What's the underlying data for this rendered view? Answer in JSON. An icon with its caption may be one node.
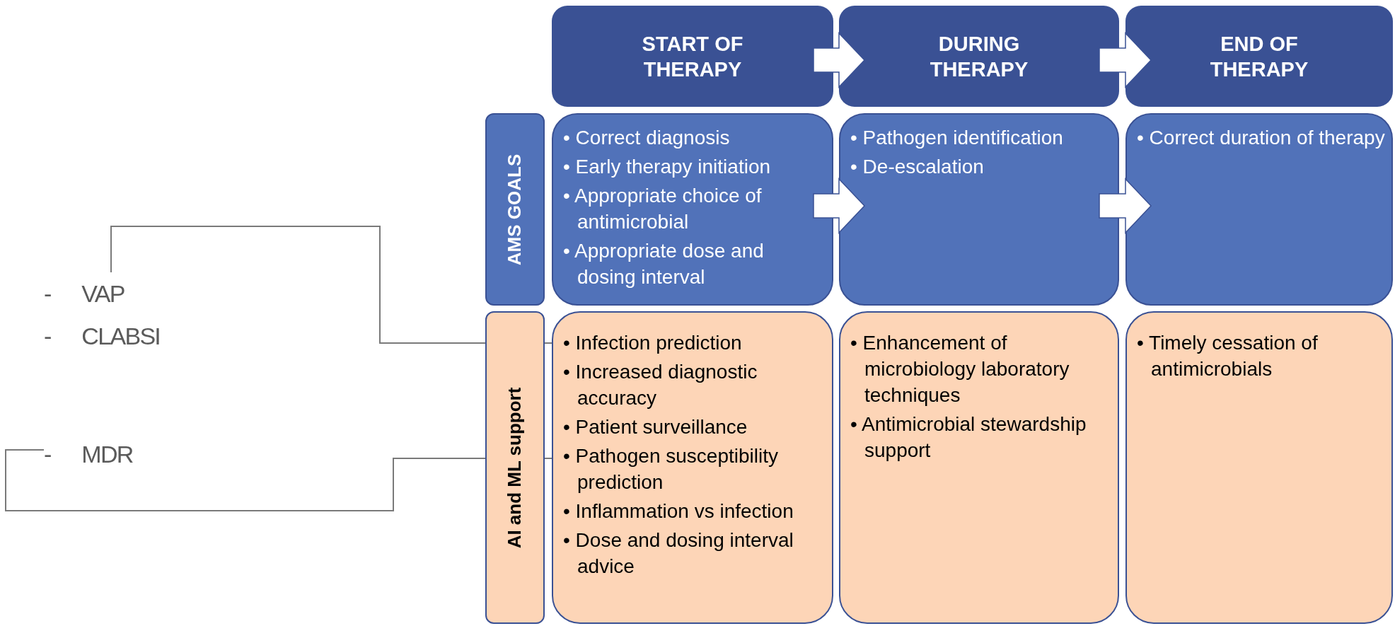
{
  "diagram": {
    "nodes": [
      {
        "text": [
          "START OF THERAPY"
        ]
      },
      {
        "text": [
          "DURING THERAPY"
        ]
      },
      {
        "text": [
          "END OF THERAPY"
        ]
      },
      {
        "text": [
          "AMS GOALS"
        ]
      },
      {
        "text": [
          "• Correct diagnosis",
          "• Early therapy initiation",
          "• Appropriate choice of antimicrobial",
          "• Appropriate dose and dosing interval"
        ]
      },
      {
        "text": [
          "• Pathogen identification",
          "• De-escalation"
        ]
      },
      {
        "text": [
          "• Correct duration of therapy"
        ]
      },
      {
        "text": [
          "AI and ML support"
        ]
      },
      {
        "text": [
          "• Infection prediction",
          "• Increased diagnostic accuracy",
          "• Patient surveillance",
          "• Pathogen susceptibility prediction",
          "• Inflammation vs infection",
          "• Dose and dosing interval advice"
        ]
      },
      {
        "text": [
          "• Enhancement of microbiology laboratory techniques",
          "• Antimicrobial stewardship support"
        ]
      },
      {
        "text": [
          "• Timely cessation of antimicrobials"
        ]
      },
      {
        "text": [
          "- VAP",
          "- CLABSI"
        ]
      },
      {
        "text": [
          "- MDR"
        ]
      }
    ],
    "edges": [
      {
        "from": 0,
        "to": 1,
        "arrow": "to"
      },
      {
        "from": 1,
        "to": 2,
        "arrow": "to"
      },
      {
        "from": 4,
        "to": 5,
        "arrow": "to"
      },
      {
        "from": 5,
        "to": 6,
        "arrow": "to"
      },
      {
        "from": 11,
        "to": 8,
        "arrow": "none"
      },
      {
        "from": 12,
        "to": 8,
        "arrow": "none"
      }
    ]
  }
}
